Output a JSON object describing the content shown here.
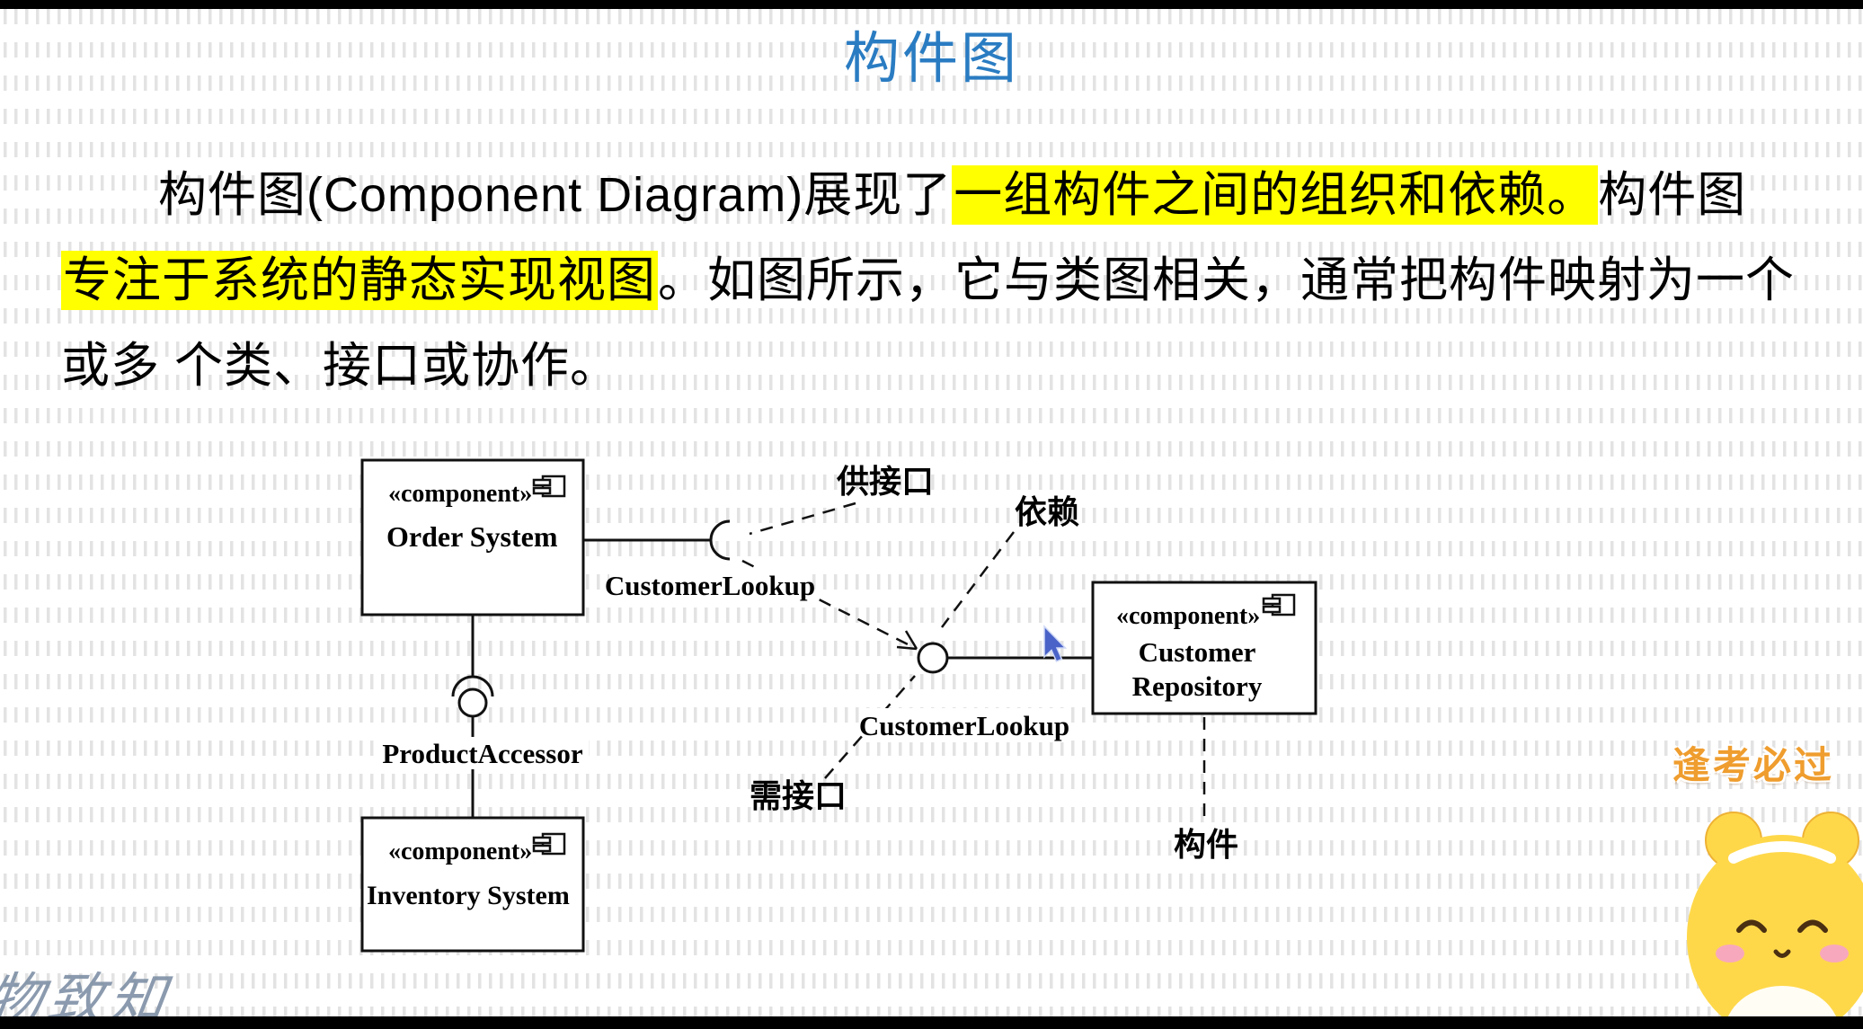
{
  "title": "构件图",
  "paragraph": {
    "l1_pre": "构件图(Component Diagram)展现了",
    "l1_hl": "一组构件之间的组织和依赖。",
    "l1_post": "构件图",
    "l2_hl": "专注于系统的静态实现视图",
    "l2_post": "。如图所示，它与类图相关，通常把构件映射为一个",
    "l3": "或多 个类、接口或协作。"
  },
  "diagram": {
    "order_system": {
      "stereotype": "«component»",
      "name": "Order System"
    },
    "inventory_system": {
      "stereotype": "«component»",
      "name": "Inventory System"
    },
    "customer_repository": {
      "stereotype": "«component»",
      "name1": "Customer",
      "name2": "Repository"
    },
    "labels": {
      "provided_interface": "供接口",
      "dependency": "依赖",
      "lookup_top": "CustomerLookup",
      "lookup_bottom": "CustomerLookup",
      "product_accessor": "ProductAccessor",
      "required_interface": "需接口",
      "component": "构件"
    },
    "icons": {
      "component_icon": "uml-component-icon",
      "cursor": "mouse-cursor"
    }
  },
  "stamp": "逢考必过",
  "calligraphy": "物致知",
  "colors": {
    "title": "#2a7cc2",
    "highlight": "#ffff00",
    "stamp": "#ef9d2e",
    "diagram_stroke": "#111111",
    "mascot_yellow": "#ffd84a"
  }
}
